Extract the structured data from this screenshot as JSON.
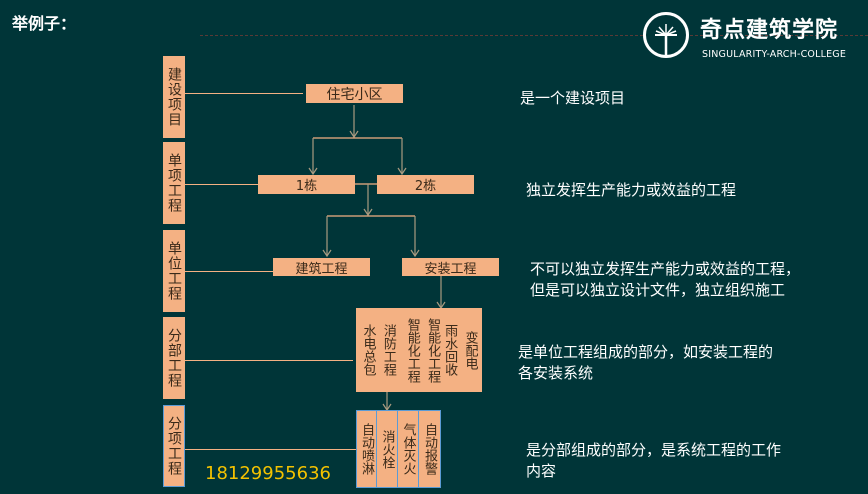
{
  "header": {
    "title": "举例子：",
    "logo": {
      "name_cn": "奇点建筑学院",
      "name_en": "SINGULARITY-ARCH-COLLEGE",
      "icon": "dandelion-circle-icon"
    }
  },
  "levels": [
    {
      "label": "建设项目",
      "desc": [
        "是一个建设项目"
      ]
    },
    {
      "label": "单项工程",
      "desc": [
        "独立发挥生产能力或效益的工程"
      ]
    },
    {
      "label": "单位工程",
      "desc": [
        "不可以独立发挥生产能力或效益的工程，",
        "但是可以独立设计文件，独立组织施工"
      ]
    },
    {
      "label": "分部工程",
      "desc": [
        "是单位工程组成的部分，如安装工程的",
        "各安装系统"
      ]
    },
    {
      "label": "分项工程",
      "desc": [
        "是分部组成的部分，是系统工程的工作",
        "内容"
      ]
    }
  ],
  "nodes": {
    "project": "住宅小区",
    "items": [
      "1栋",
      "2栋"
    ],
    "units": [
      "建筑工程",
      "安装工程"
    ],
    "divisions": [
      "水电总包",
      "消防工程",
      "智能化工程",
      "智能化工程",
      "雨水回收",
      "变配电"
    ],
    "subitems": [
      "自动喷淋",
      "消火栓",
      "气体灭火",
      "自动报警"
    ]
  },
  "contact": {
    "phone": "18129955636"
  },
  "colors": {
    "background": "#003538",
    "box": "#f4b183",
    "box_text": "#3a2a1a",
    "connector": "#a89a80",
    "phone": "#f3c200",
    "highlight_border": "#5b9bd5"
  }
}
